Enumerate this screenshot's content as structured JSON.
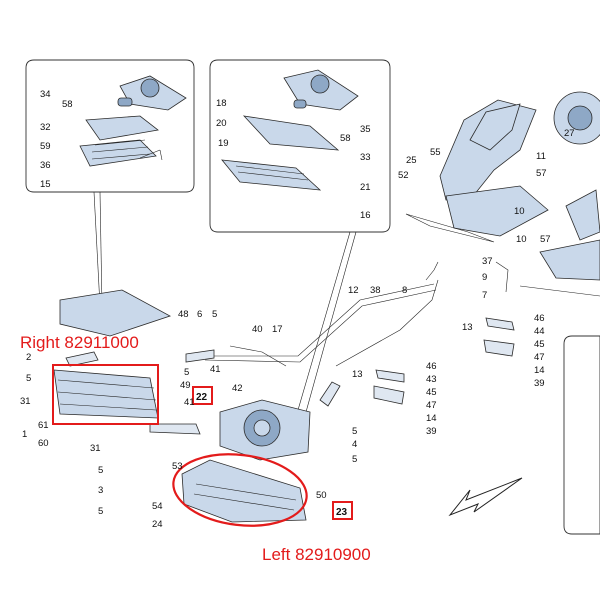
{
  "labels": {
    "right": "Right 82911000",
    "left": "Left 82910900",
    "ref_22": "22",
    "ref_23": "23"
  },
  "callouts": [
    "34",
    "58",
    "32",
    "59",
    "36",
    "15",
    "18",
    "20",
    "19",
    "35",
    "58",
    "33",
    "21",
    "16",
    "25",
    "52",
    "55",
    "11",
    "57",
    "27",
    "10",
    "10",
    "57",
    "37",
    "9",
    "7",
    "12",
    "38",
    "8",
    "13",
    "46",
    "44",
    "45",
    "47",
    "14",
    "39",
    "46",
    "43",
    "45",
    "47",
    "14",
    "39",
    "13",
    "48",
    "6",
    "5",
    "40",
    "17",
    "2",
    "5",
    "31",
    "1",
    "61",
    "60",
    "49",
    "41",
    "41",
    "42",
    "5",
    "31",
    "5",
    "3",
    "5",
    "5",
    "4",
    "5",
    "53",
    "54",
    "24",
    "50"
  ],
  "colors": {
    "accent": "#e31b1b",
    "part_fill": "#c9d8ea",
    "line": "#222222"
  }
}
